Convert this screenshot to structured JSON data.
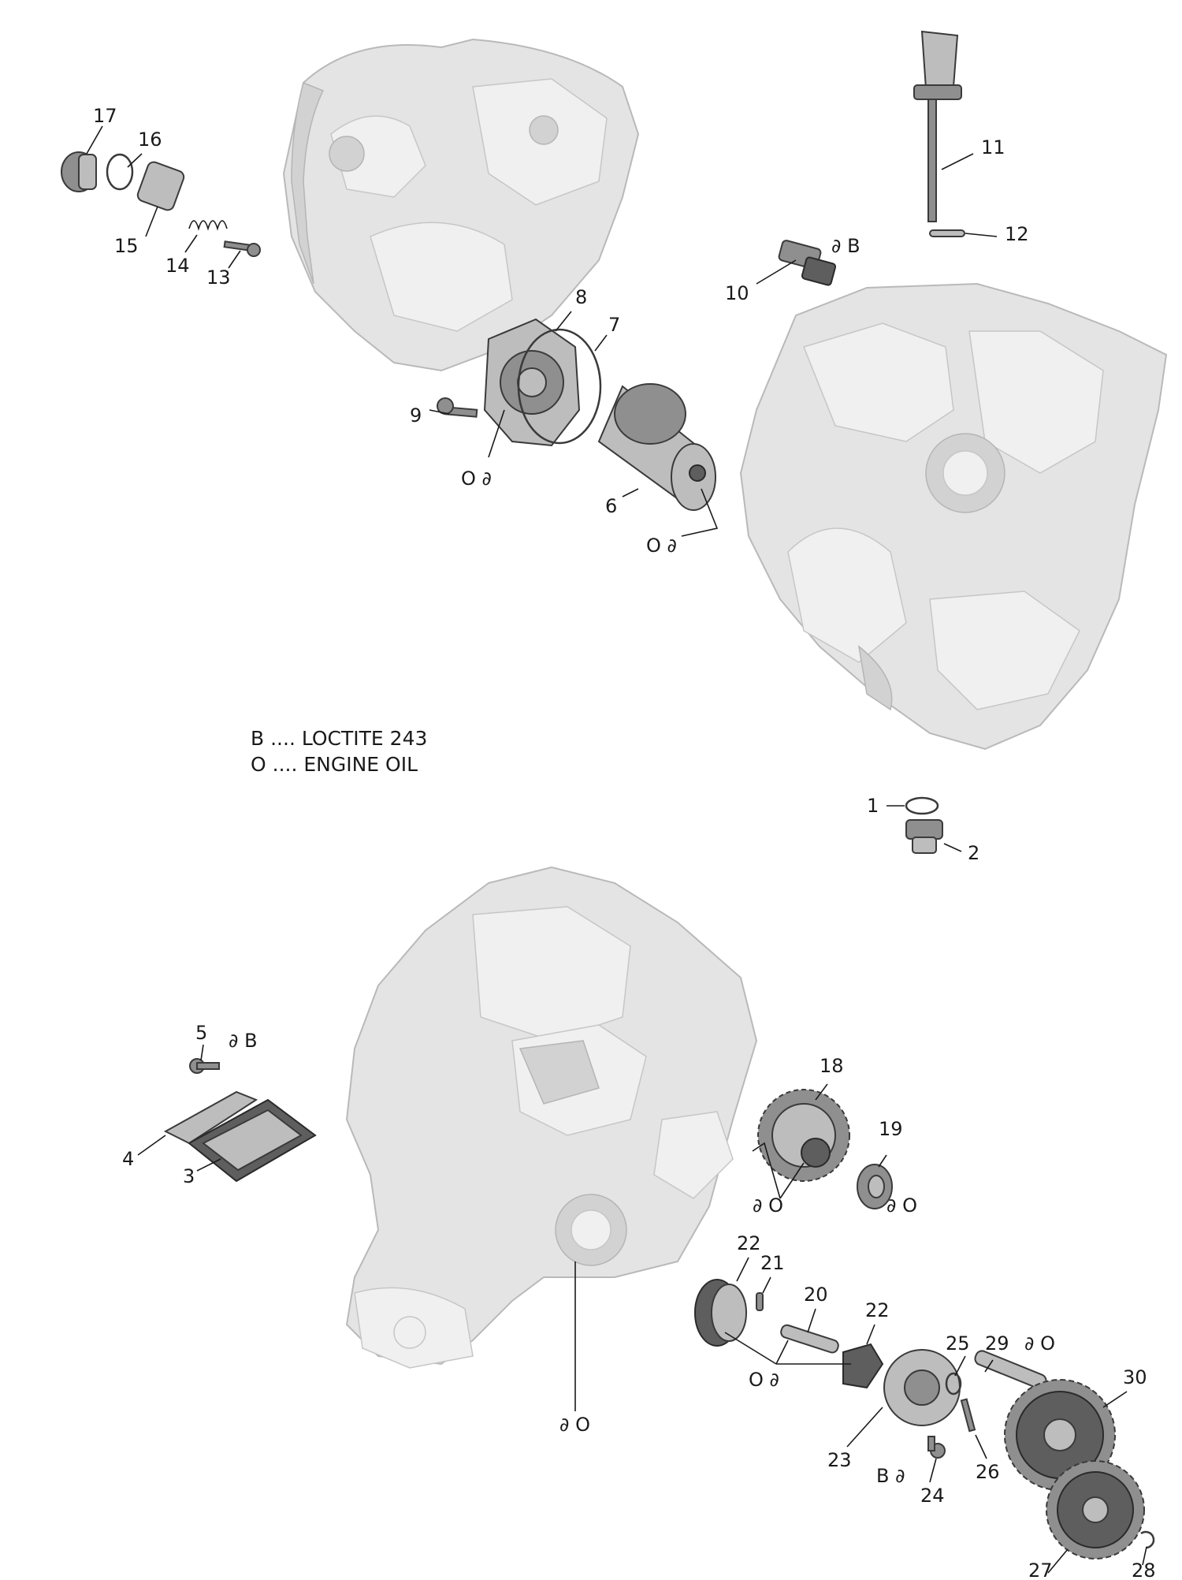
{
  "legend": {
    "b_line": "B .... LOCTITE 243",
    "o_line": "O .... ENGINE OIL"
  },
  "callouts": {
    "c1": "1",
    "c2": "2",
    "c3": "3",
    "c4": "4",
    "c5": "5",
    "c6": "6",
    "c7": "7",
    "c8": "8",
    "c9": "9",
    "c10": "10",
    "c11": "11",
    "c12": "12",
    "c13": "13",
    "c14": "14",
    "c15": "15",
    "c16": "16",
    "c17": "17",
    "c18": "18",
    "c19": "19",
    "c20": "20",
    "c21": "21",
    "c22a": "22",
    "c22b": "22",
    "c23": "23",
    "c24": "24",
    "c25": "25",
    "c26": "26",
    "c27": "27",
    "c28": "28",
    "c29": "29",
    "c30": "30"
  },
  "symbols": {
    "oil": "O",
    "loctite": "B",
    "drop": "∂"
  }
}
